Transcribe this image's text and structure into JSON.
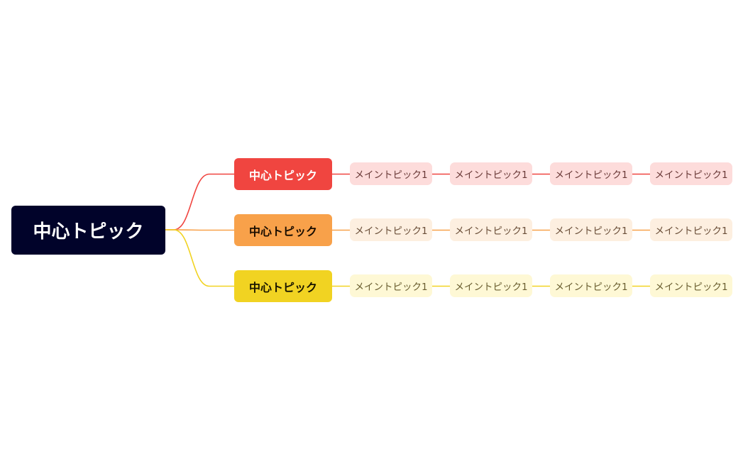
{
  "central": {
    "label": "中心トピック",
    "bg": "#01032a",
    "color": "#ffffff"
  },
  "branches": [
    {
      "label": "中心トピック",
      "color": "#f04540",
      "text_color": "#ffffff",
      "sub_bg": "#fddcdb",
      "sub_text_color": "#6a3a38",
      "subs": [
        "メイントピック1",
        "メイントピック1",
        "メイントピック1",
        "メイントピック1"
      ]
    },
    {
      "label": "中心トピック",
      "color": "#f8a14a",
      "text_color": "#1a0d00",
      "sub_bg": "#fdefe0",
      "sub_text_color": "#6a4e38",
      "subs": [
        "メイントピック1",
        "メイントピック1",
        "メイントピック1",
        "メイントピック1"
      ]
    },
    {
      "label": "中心トピック",
      "color": "#f1d322",
      "text_color": "#1a1600",
      "sub_bg": "#fef8d5",
      "sub_text_color": "#6a5e30",
      "subs": [
        "メイントピック1",
        "メイントピック1",
        "メイントピック1",
        "メイントピック1"
      ]
    }
  ]
}
